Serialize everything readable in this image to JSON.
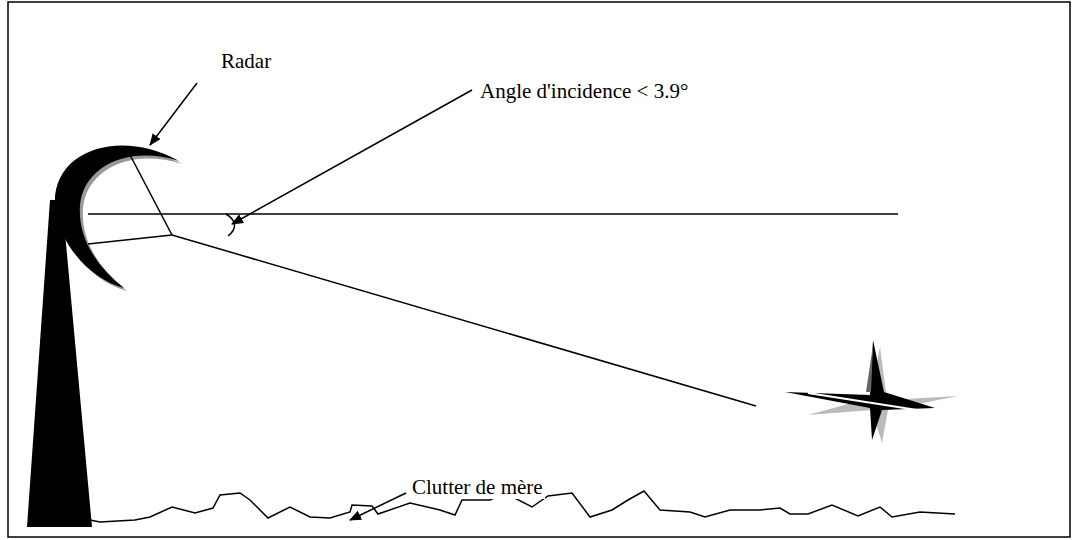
{
  "diagram": {
    "labels": [
      "Radar",
      "Angle d'incidence < 3.9°",
      "Clutter de mère"
    ]
  }
}
